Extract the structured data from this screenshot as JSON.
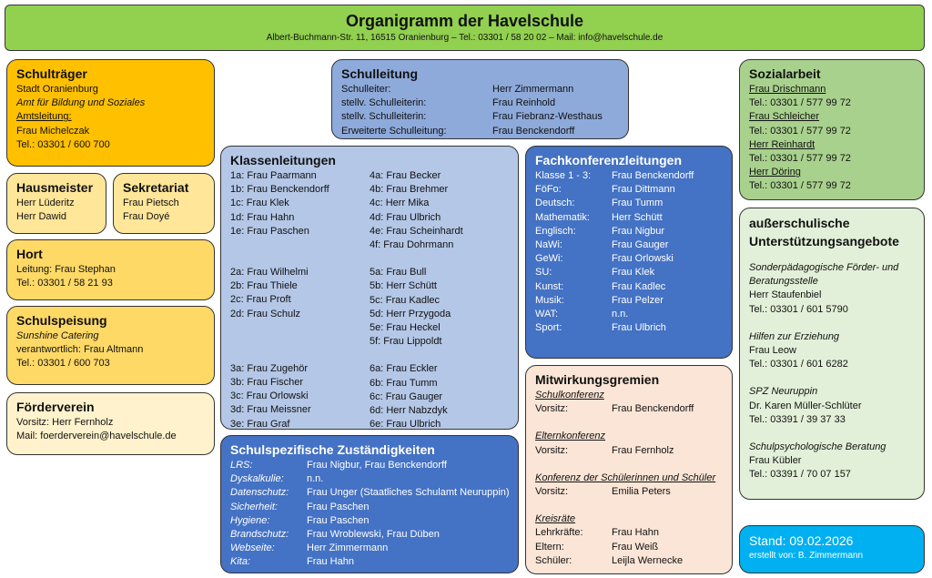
{
  "header": {
    "title": "Organigramm der Havelschule",
    "subtitle": "Albert-Buchmann-Str. 11, 16515 Oranienburg – Tel.: 03301 / 58 20 02 – Mail: info@havelschule.de"
  },
  "schultraeger": {
    "title": "Schulträger",
    "lines": [
      "Stadt Oranienburg",
      "Amt für Bildung und Soziales",
      "Amtsleitung:",
      "Frau Michelczak",
      "Tel.: 03301 / 600 700"
    ]
  },
  "hausmeister": {
    "title": "Hausmeister",
    "lines": [
      "Herr Lüderitz",
      "Herr Dawid"
    ]
  },
  "sekretariat": {
    "title": "Sekretariat",
    "lines": [
      "Frau Pietsch",
      "Frau Doyé"
    ]
  },
  "hort": {
    "title": "Hort",
    "lines": [
      "Leitung: Frau Stephan",
      "Tel.: 03301 / 58 21 93"
    ]
  },
  "schulspeisung": {
    "title": "Schulspeisung",
    "lines": [
      "Sunshine Catering",
      "verantwortlich: Frau Altmann",
      "Tel.: 03301 / 600 703"
    ]
  },
  "foerderverein": {
    "title": "Förderverein",
    "lines": [
      "Vorsitz: Herr Fernholz",
      "Mail: foerderverein@havelschule.de"
    ]
  },
  "schulleitung": {
    "title": "Schulleitung",
    "rows": [
      [
        "Schulleiter:",
        "Herr Zimmermann"
      ],
      [
        "stellv. Schulleiterin:",
        "Frau Reinhold"
      ],
      [
        "stellv. Schulleiterin:",
        "Frau Fiebranz-Westhaus"
      ],
      [
        "Erweiterte Schulleitung:",
        "Frau Benckendorff"
      ]
    ]
  },
  "klassen": {
    "title": "Klassenleitungen",
    "left": [
      "1a: Frau Paarmann",
      "1b: Frau Benckendorff",
      "1c: Frau Klek",
      "1d: Frau Hahn",
      "1e: Frau Paschen",
      "",
      "",
      "2a: Frau Wilhelmi",
      "2b: Frau Thiele",
      "2c: Frau Proft",
      "2d: Frau Schulz",
      "",
      "",
      "",
      "3a: Frau Zugehör",
      "3b: Frau Fischer",
      "3c: Frau Orlowski",
      "3d: Frau Meissner",
      "3e: Frau Graf"
    ],
    "right": [
      "4a: Frau Becker",
      "4b: Frau Brehmer",
      "4c: Herr Mika",
      "4d: Frau Ulbrich",
      "4e: Frau Scheinhardt",
      "4f: Frau Dohrmann",
      "",
      "5a: Frau Bull",
      "5b: Herr Schütt",
      "5c: Frau Kadlec",
      "5d: Herr Przygoda",
      "5e: Frau Heckel",
      "5f: Frau Lippoldt",
      "",
      "6a: Frau Eckler",
      "6b: Frau Tumm",
      "6c: Frau Gauger",
      "6d: Herr Nabzdyk",
      "6e: Frau Ulbrich"
    ]
  },
  "zustaendig": {
    "title": "Schulspezifische Zuständigkeiten",
    "rows": [
      [
        "LRS:",
        "Frau Nigbur, Frau Benckendorff"
      ],
      [
        "Dyskalkulie:",
        "n.n."
      ],
      [
        "Datenschutz:",
        "Frau Unger (Staatliches Schulamt Neuruppin)"
      ],
      [
        "Sicherheit:",
        "Frau Paschen"
      ],
      [
        "Hygiene:",
        "Frau Paschen"
      ],
      [
        "Brandschutz:",
        "Frau Wroblewski, Frau Düben"
      ],
      [
        "Webseite:",
        "Herr Zimmermann"
      ],
      [
        "Kita:",
        "Frau Hahn"
      ]
    ]
  },
  "fachkonferenz": {
    "title": "Fachkonferenzleitungen",
    "rows": [
      [
        "Klasse 1 - 3:",
        "Frau Benckendorff"
      ],
      [
        "FöFo:",
        "Frau Dittmann"
      ],
      [
        "Deutsch:",
        "Frau Tumm"
      ],
      [
        "Mathematik:",
        "Herr Schütt"
      ],
      [
        "Englisch:",
        "Frau Nigbur"
      ],
      [
        "NaWi:",
        "Frau Gauger"
      ],
      [
        "GeWi:",
        "Frau Orlowski"
      ],
      [
        "SU:",
        "Frau Klek"
      ],
      [
        "Kunst:",
        "Frau Kadlec"
      ],
      [
        "Musik:",
        "Frau Pelzer"
      ],
      [
        "WAT:",
        "n.n."
      ],
      [
        "Sport:",
        "Frau Ulbrich"
      ]
    ]
  },
  "mitwirkung": {
    "title": "Mitwirkungsgremien",
    "groups": [
      {
        "name": "Schulkonferenz",
        "rows": [
          [
            "Vorsitz:",
            "Frau Benckendorff"
          ]
        ]
      },
      {
        "name": "Elternkonferenz",
        "rows": [
          [
            "Vorsitz:",
            "Frau Fernholz"
          ]
        ]
      },
      {
        "name": "Konferenz der Schülerinnen und Schüler",
        "rows": [
          [
            "Vorsitz:",
            "Emilia Peters"
          ]
        ]
      },
      {
        "name": "Kreisräte",
        "rows": [
          [
            "Lehrkräfte:",
            "Frau Hahn"
          ],
          [
            "Eltern:",
            "Frau Weiß"
          ],
          [
            "Schüler:",
            "Leijla Wernecke"
          ]
        ]
      }
    ]
  },
  "sozialarbeit": {
    "title": "Sozialarbeit",
    "people": [
      {
        "name": "Frau Drischmann",
        "tel": "Tel.: 03301 / 577 99 72"
      },
      {
        "name": "Frau Schleicher",
        "tel": "Tel.: 03301 / 577 99 72"
      },
      {
        "name": "Herr Reinhardt",
        "tel": "Tel.: 03301 / 577 99 72"
      },
      {
        "name": "Herr Döring",
        "tel": "Tel.: 03301 / 577 99 72"
      }
    ]
  },
  "ausserschulisch": {
    "title": "außerschulische Unterstützungsangebote",
    "groups": [
      {
        "name": "Sonderpädagogische Förder- und Beratungsstelle",
        "person": "Herr Staufenbiel",
        "tel": "Tel.: 03301 / 601 5790"
      },
      {
        "name": "Hilfen zur Erziehung",
        "person": "Frau Leow",
        "tel": "Tel.: 03301 / 601 6282"
      },
      {
        "name": "SPZ Neuruppin",
        "person": "Dr. Karen Müller-Schlüter",
        "tel": "Tel.: 03391 / 39 37 33"
      },
      {
        "name": "Schulpsychologische Beratung",
        "person": "Frau Kübler",
        "tel": "Tel.: 03391 / 70 07 157"
      }
    ]
  },
  "stand": {
    "date": "Stand: 09.02.2026",
    "author": "erstellt von: B. Zimmermann"
  },
  "colors": {
    "header": "#92d050",
    "schultraeger": "#ffc000",
    "light_yellow": "#ffe699",
    "yellow": "#ffd966",
    "pale_yellow": "#fff2cc",
    "schulleitung": "#8eaadb",
    "klassen": "#b4c7e7",
    "blue": "#4472c4",
    "peach": "#fbe5d6",
    "green": "#a9d18e",
    "pale_green": "#e2f0d9",
    "stand": "#00b0f0"
  }
}
